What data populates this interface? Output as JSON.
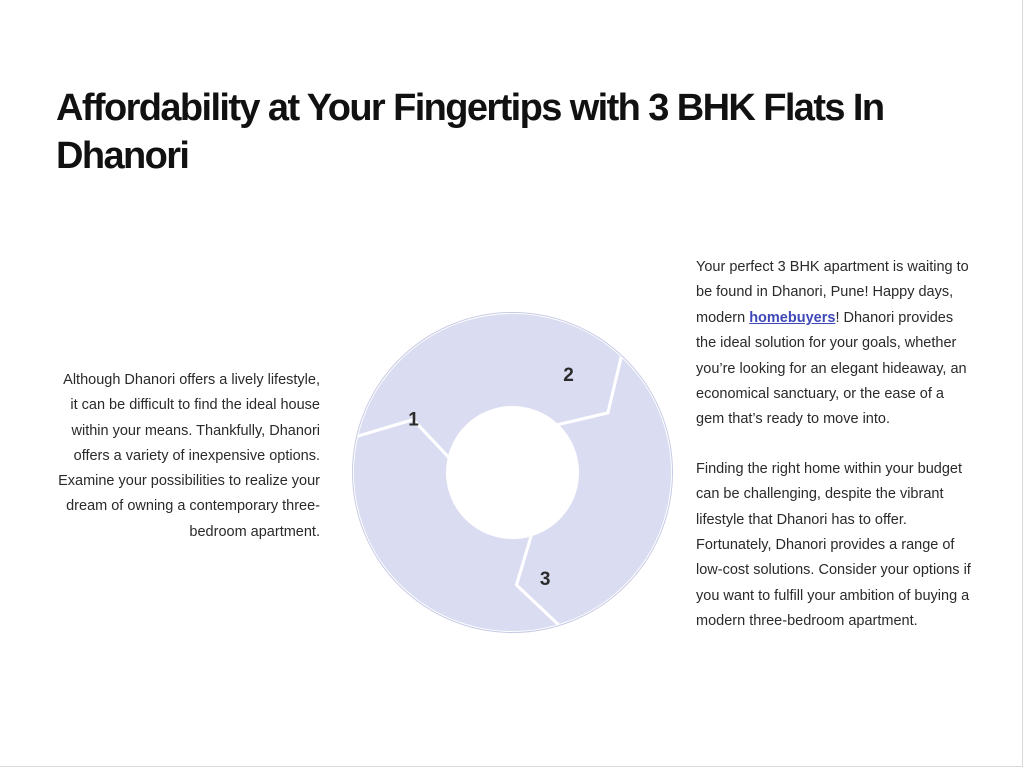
{
  "title": "Affordability at Your Fingertips with 3 BHK Flats In Dhanori",
  "left_text": "Although Dhanori offers a lively lifestyle, it can be difficult to find the ideal house within your means. Thankfully, Dhanori offers a variety of inexpensive options. Examine your possibilities to realize your dream of owning a contemporary three-bedroom apartment.",
  "right_paragraph_1": {
    "before_link": "Your perfect 3 BHK apartment is waiting to be found in Dhanori, Pune! Happy days, modern ",
    "link_text": "homebuyers",
    "after_link": "! Dhanori provides the ideal solution for your goals, whether you’re looking for an elegant hideaway, an economical sanctuary, or the ease of a gem that’s ready to move into."
  },
  "right_paragraph_2": "Finding the right home within your budget can be challenging, despite the vibrant lifestyle that Dhanori has to offer. Fortunately, Dhanori provides a range of low-cost solutions. Consider your options if you want to fulfill your ambition of buying a modern three-bedroom apartment.",
  "cycle": {
    "steps": [
      "1",
      "2",
      "3"
    ],
    "fill_color": "#dadcf1"
  }
}
